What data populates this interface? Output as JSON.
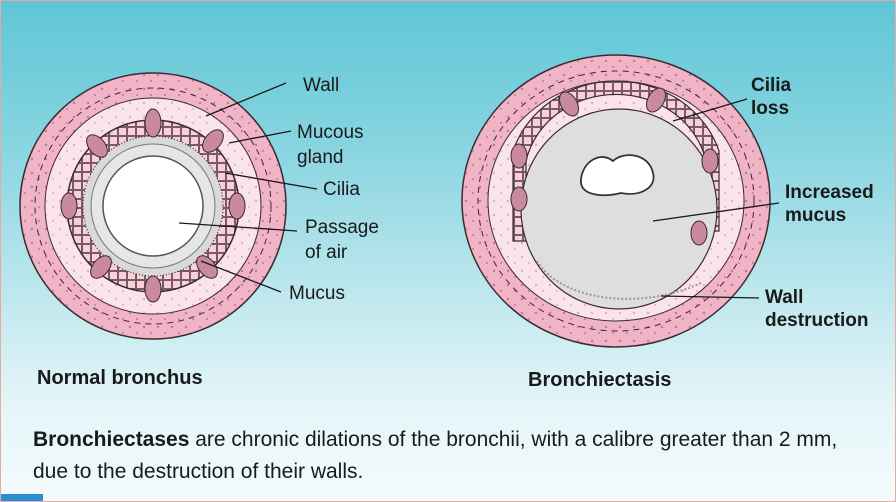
{
  "normal": {
    "caption": "Normal bronchus",
    "labels": {
      "wall": "Wall",
      "mucous_gland_1": "Mucous",
      "mucous_gland_2": "gland",
      "cilia": "Cilia",
      "passage_1": "Passage",
      "passage_2": "of air",
      "mucus": "Mucus"
    }
  },
  "bronchiectasis": {
    "caption": "Bronchiectasis",
    "labels": {
      "cilia_loss_1": "Cilia",
      "cilia_loss_2": "loss",
      "increased_mucus_1": "Increased",
      "increased_mucus_2": "mucus",
      "wall_destruction_1": "Wall",
      "wall_destruction_2": "destruction"
    }
  },
  "description": {
    "term": "Bronchiectases",
    "text": " are chronic dilations of the bronchii, with a calibre greater than 2 mm, due to the destruction of their walls."
  },
  "colors": {
    "outer_wall": "#f4bfcf",
    "inner_wall": "#fbe3ea",
    "cells": "#f7d0da",
    "lumen_mucus": "#dedede",
    "background_top": "#5fc6d6"
  }
}
